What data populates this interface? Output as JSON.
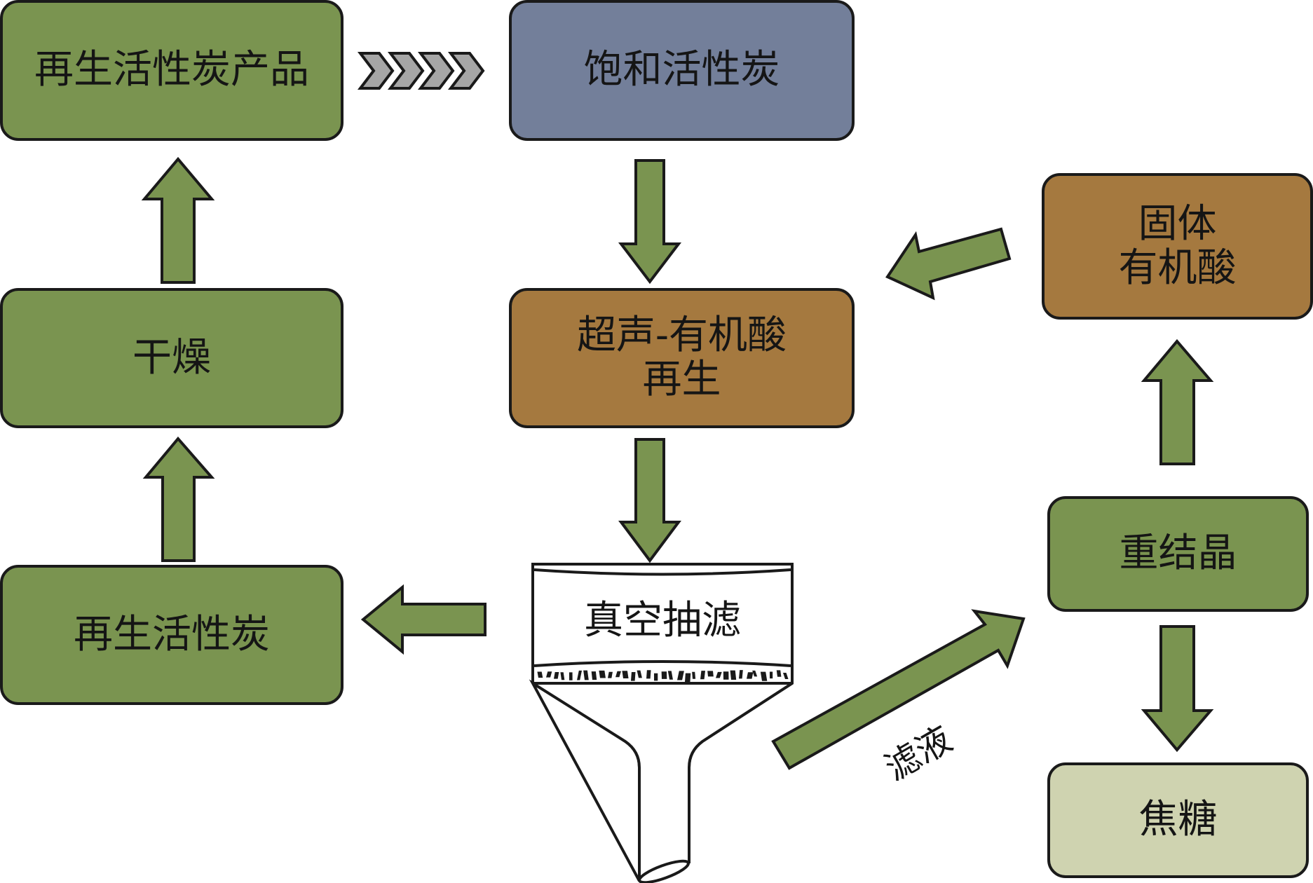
{
  "diagram": {
    "type": "process-flow",
    "colors": {
      "arrow_fill": "#7a9450",
      "outline": "#1a1a1a",
      "process_green": "#7a9450",
      "saturated_blue": "#737f9a",
      "acid_brown": "#a5793f",
      "product_khaki": "#cfd3b0",
      "chevron_gray": "#a6a6a6"
    },
    "nodes": {
      "regenerated_product": {
        "label": "再生活性炭产品"
      },
      "saturated_carbon": {
        "label": "饱和活性炭"
      },
      "ultrasonic_regeneration": {
        "line1": "超声-有机酸",
        "line2": "再生"
      },
      "drying": {
        "label": "干燥"
      },
      "regenerated_carbon": {
        "label": "再生活性炭"
      },
      "vacuum_filtration": {
        "label": "真空抽滤"
      },
      "solid_organic_acid": {
        "line1": "固体",
        "line2": "有机酸"
      },
      "recrystallization": {
        "label": "重结晶"
      },
      "caramel": {
        "label": "焦糖"
      }
    },
    "edges": [
      {
        "from": "regenerated_product",
        "to": "saturated_carbon",
        "style": "chevrons"
      },
      {
        "from": "saturated_carbon",
        "to": "ultrasonic_regeneration"
      },
      {
        "from": "ultrasonic_regeneration",
        "to": "vacuum_filtration"
      },
      {
        "from": "vacuum_filtration",
        "to": "regenerated_carbon"
      },
      {
        "from": "regenerated_carbon",
        "to": "drying"
      },
      {
        "from": "drying",
        "to": "regenerated_product"
      },
      {
        "from": "vacuum_filtration",
        "to": "recrystallization",
        "label": "滤液"
      },
      {
        "from": "recrystallization",
        "to": "solid_organic_acid"
      },
      {
        "from": "recrystallization",
        "to": "caramel"
      },
      {
        "from": "solid_organic_acid",
        "to": "ultrasonic_regeneration"
      }
    ],
    "edge_labels": {
      "filtrate": "滤液"
    }
  }
}
